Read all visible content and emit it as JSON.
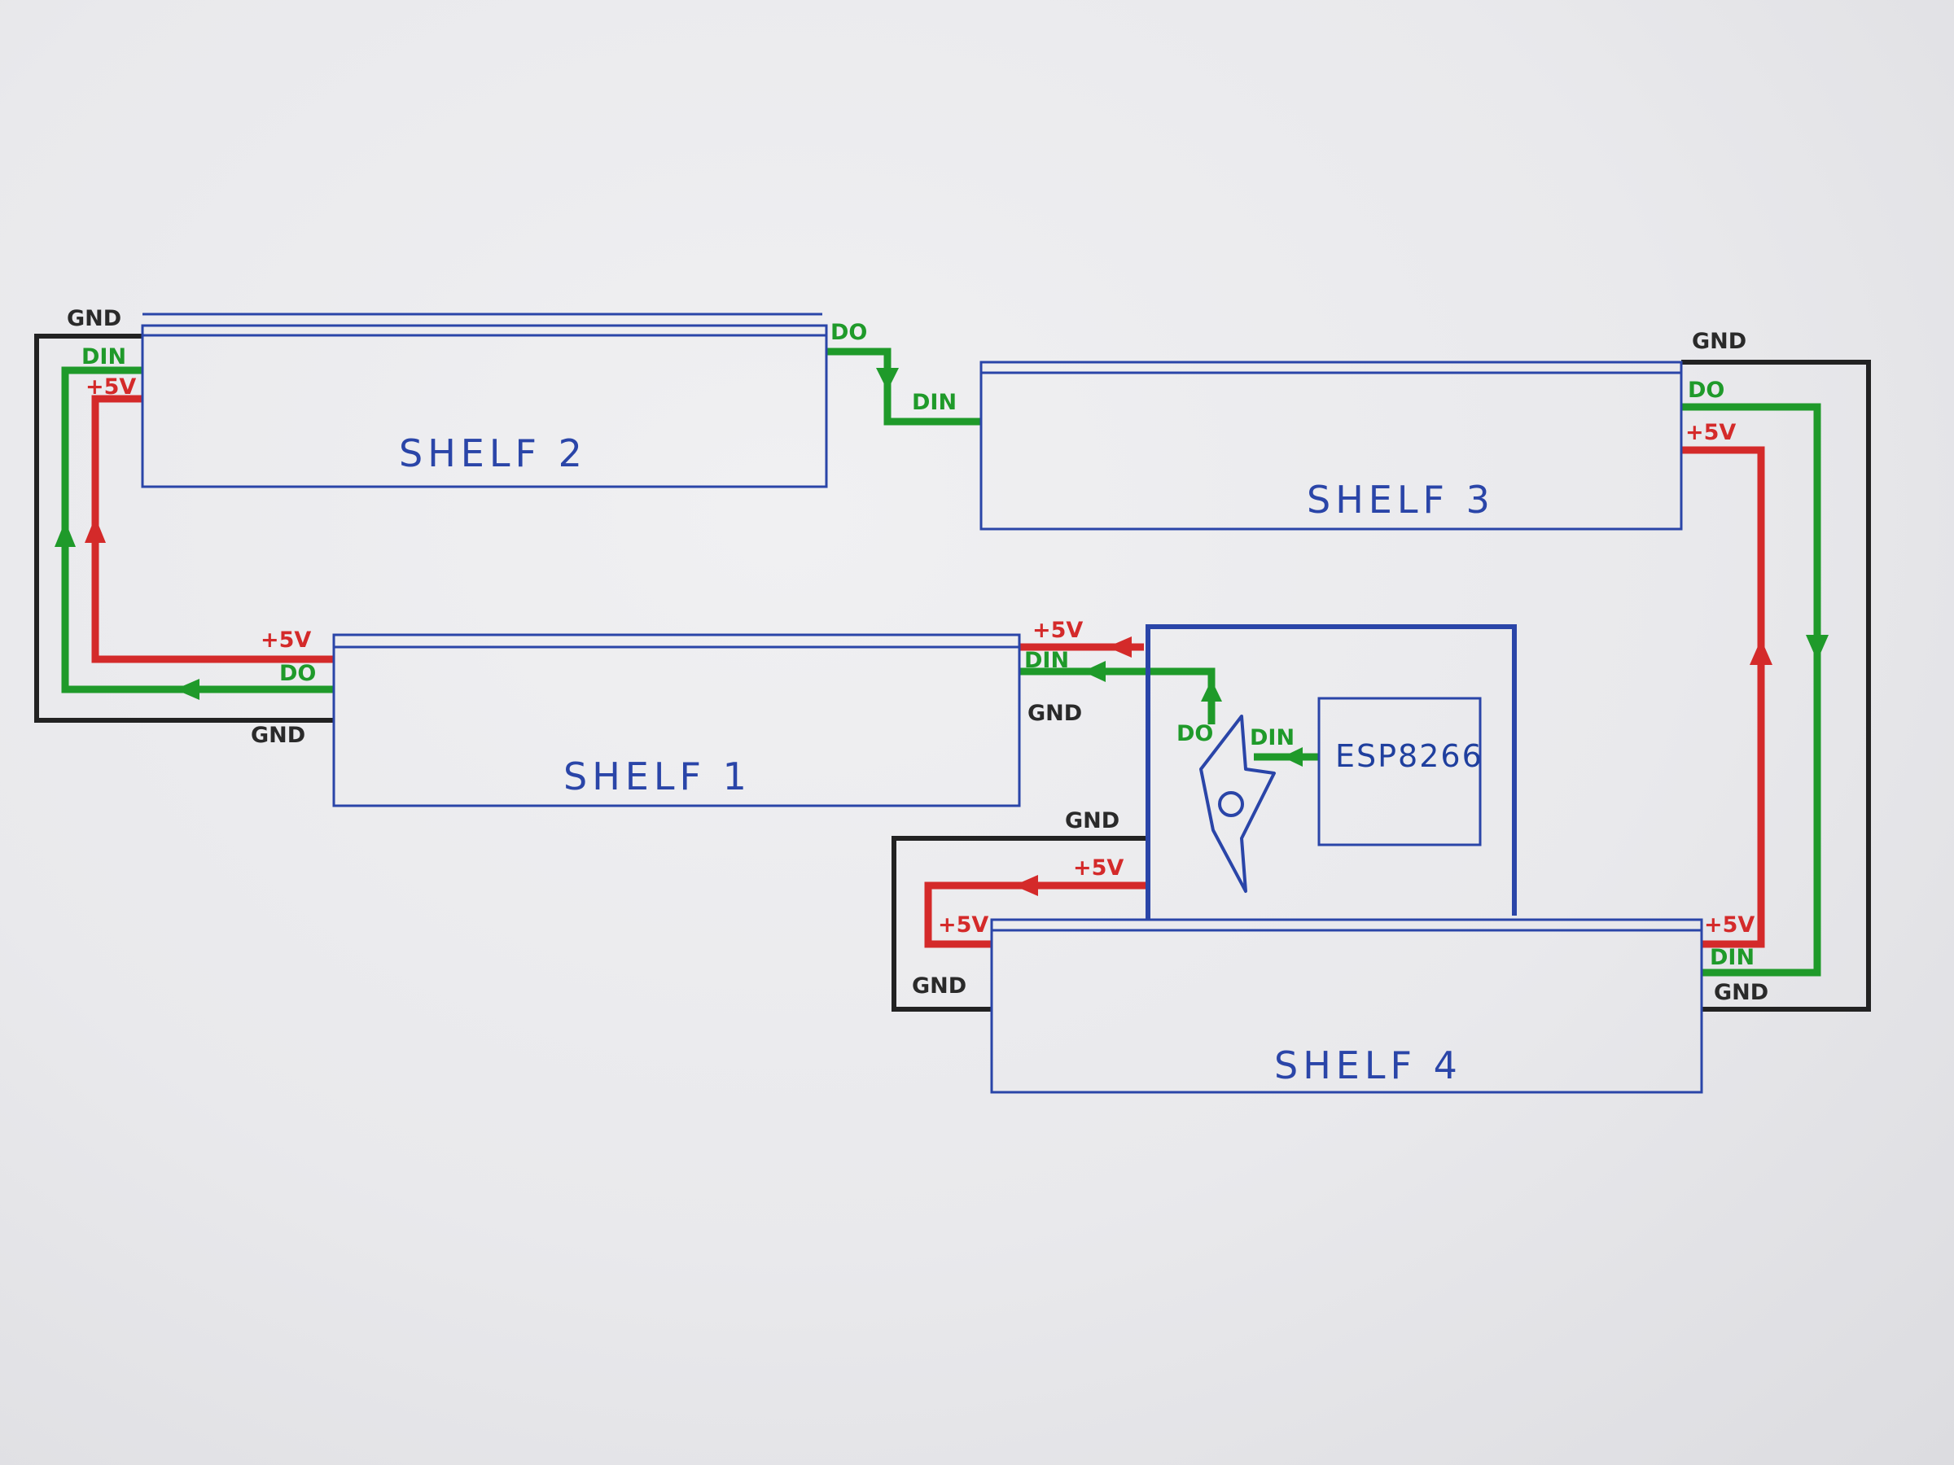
{
  "shelves": {
    "shelf1": {
      "label": "SHELF 1",
      "pins": {
        "plus5v_left": "+5V",
        "do": "DO",
        "gnd_left": "GND",
        "plus5v_right": "+5V",
        "din_right": "DIN",
        "gnd_right": "GND"
      }
    },
    "shelf2": {
      "label": "SHELF 2",
      "pins": {
        "gnd": "GND",
        "din": "DIN",
        "plus5v": "+5V",
        "do": "DO"
      }
    },
    "shelf3": {
      "label": "SHELF 3",
      "pins": {
        "din": "DIN",
        "gnd": "GND",
        "do": "DO",
        "plus5v": "+5V"
      }
    },
    "shelf4": {
      "label": "SHELF 4",
      "pins": {
        "gnd_top": "GND",
        "plus5v_top": "+5V",
        "plus5v_left": "+5V",
        "gnd_left": "GND",
        "plus5v_right": "+5V",
        "din_right": "DIN",
        "gnd_right": "GND"
      }
    }
  },
  "controller": {
    "label": "ESP8266",
    "level_shifter": {
      "do": "DO",
      "din": "DIN"
    }
  },
  "colors": {
    "power": "#d42a2a",
    "data": "#1f9a2a",
    "ground": "#222222",
    "outline": "#2a45a8"
  }
}
